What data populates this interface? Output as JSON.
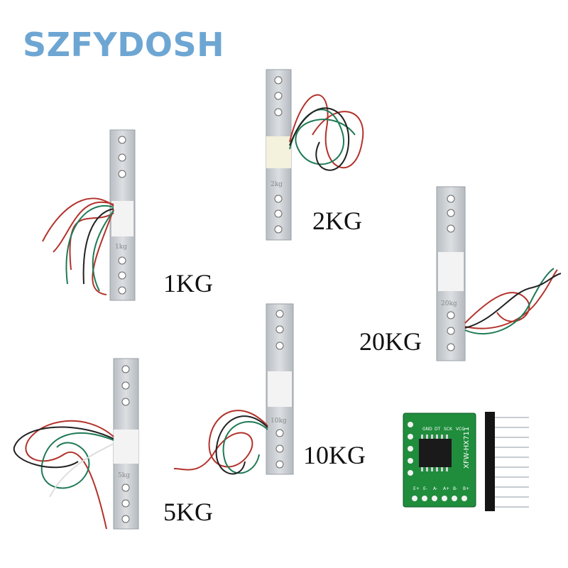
{
  "brand": {
    "text": "SZFYDOSH",
    "color": "#6ea6d3"
  },
  "load_cells": [
    {
      "label": "1KG",
      "engraving": "1kg"
    },
    {
      "label": "2KG",
      "engraving": "2kg"
    },
    {
      "label": "20KG",
      "engraving": "20kg"
    },
    {
      "label": "5KG",
      "engraving": "5kg"
    },
    {
      "label": "10KG",
      "engraving": "10kg"
    }
  ],
  "module": {
    "chip_text": "XFW-HX711",
    "pin_labels": [
      "E+",
      "E-",
      "A-",
      "A+",
      "B-",
      "B+"
    ],
    "side_labels": [
      "GND",
      "DT",
      "SCK",
      "VCC"
    ]
  },
  "colors": {
    "aluminum": "#c9cdd1",
    "pcb": "#1f8d3c",
    "wire_red": "#b3322b",
    "wire_green": "#1f7a55",
    "wire_black": "#222222"
  }
}
